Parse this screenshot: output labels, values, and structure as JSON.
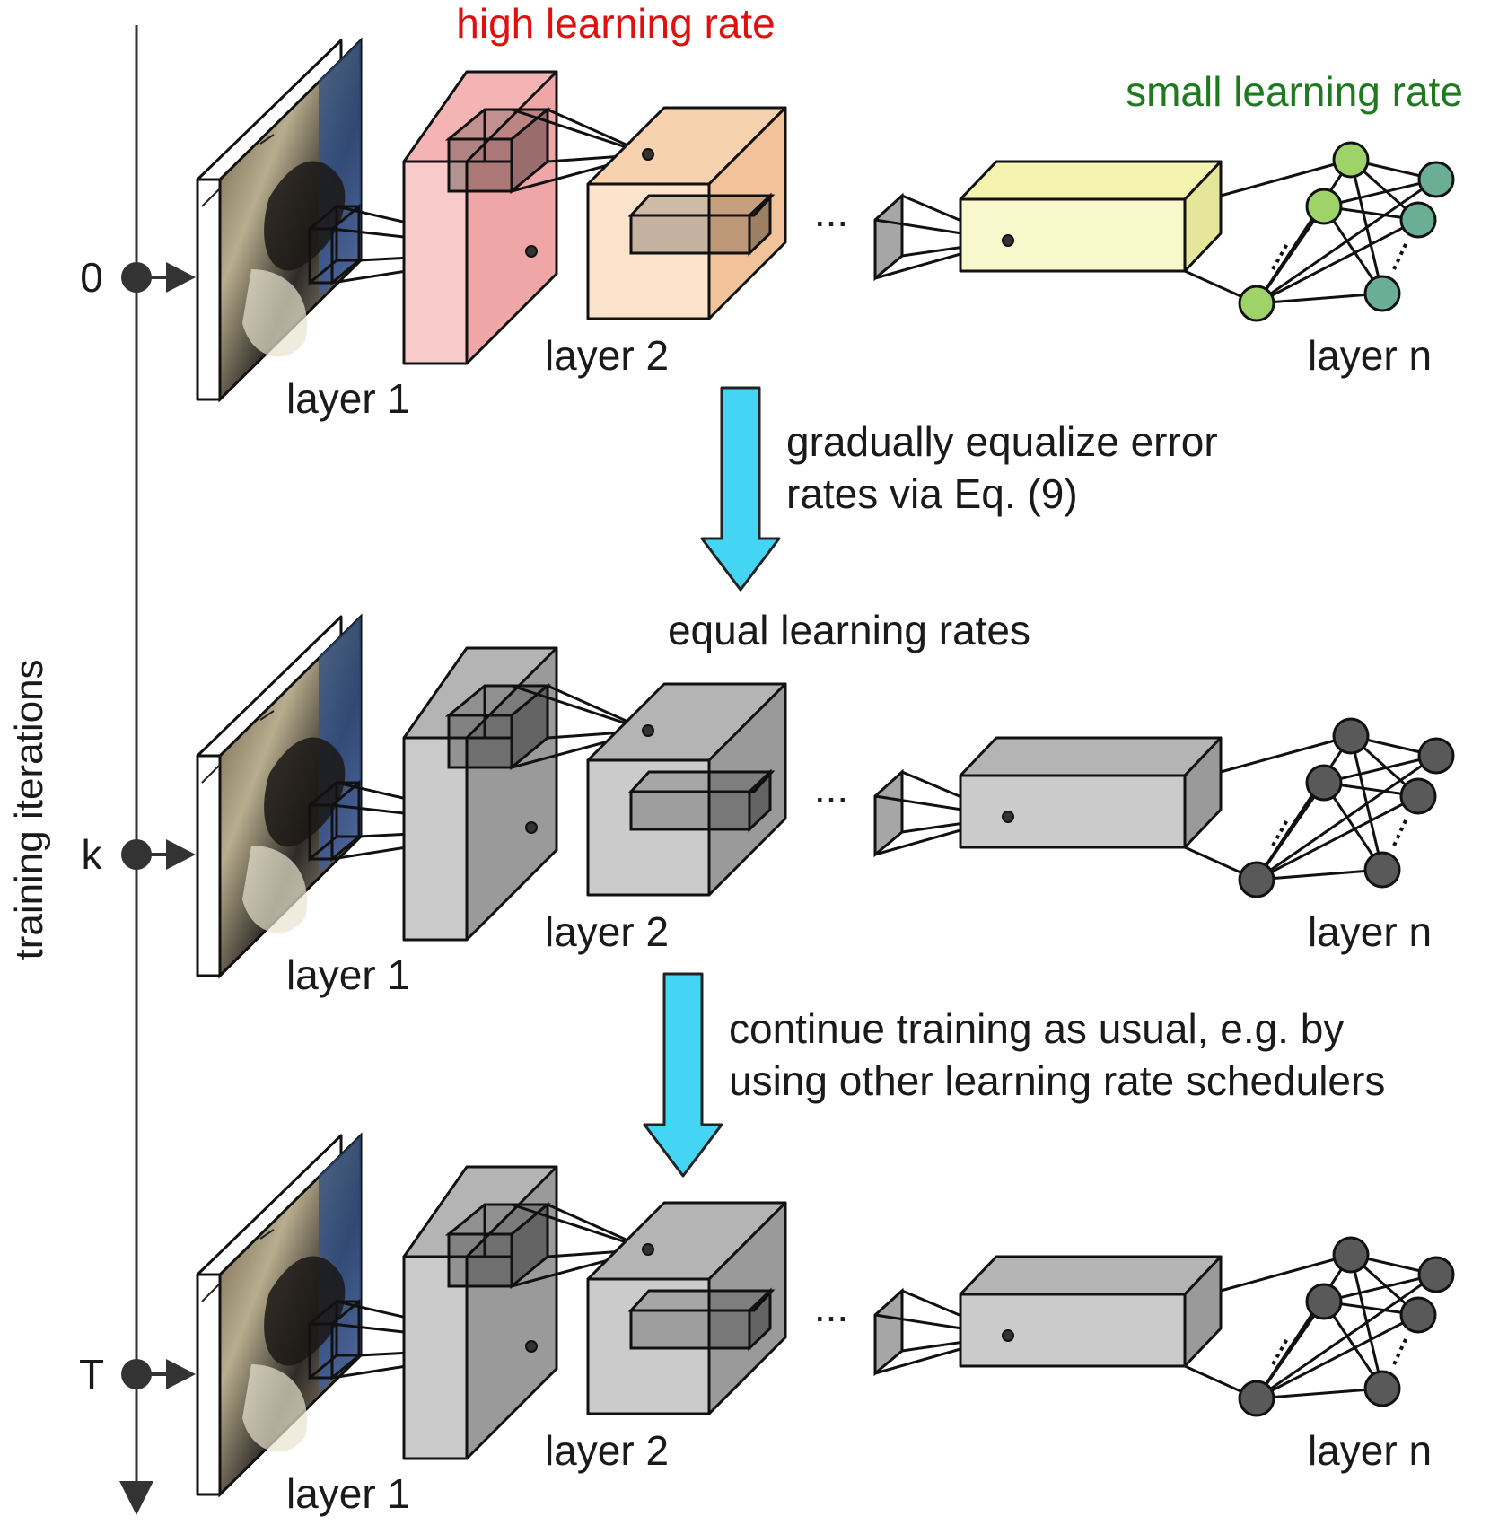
{
  "axis": {
    "label": "training iterations",
    "ticks": [
      "0",
      "k",
      "T"
    ]
  },
  "annotations": {
    "high_lr": "high learning rate",
    "small_lr": "small learning rate",
    "equal_lr": "equal learning rates",
    "step1_line1": "gradually equalize error",
    "step1_line2": "rates via Eq. (9)",
    "step2_line1": "continue training as usual, e.g. by",
    "step2_line2": "using other learning rate schedulers"
  },
  "labels": {
    "layer1": "layer 1",
    "layer2": "layer 2",
    "layern": "layer n",
    "ellipsis": "..."
  },
  "colors": {
    "layer1_front": "#f8cbcb",
    "layer1_side": "#eea6a6",
    "layer1_top": "#f4b4b4",
    "layer2_front": "#fbe3cc",
    "layer2_side": "#f2c39a",
    "layer2_top": "#f7d2ae",
    "fc_front": "#f8f8cc",
    "fc_side": "#e6e69a",
    "fc_top": "#f4f4b0",
    "neuron_light": "#9ed36a",
    "neuron_dark": "#6aae96",
    "gray_front": "#cbcbcb",
    "gray_side": "#9a9a9a",
    "gray_top": "#b4b4b4",
    "gray_neuron": "#595959",
    "arrow": "#44d5f5",
    "high_lr_text": "#e01010",
    "small_lr_text": "#1f7a1f"
  }
}
